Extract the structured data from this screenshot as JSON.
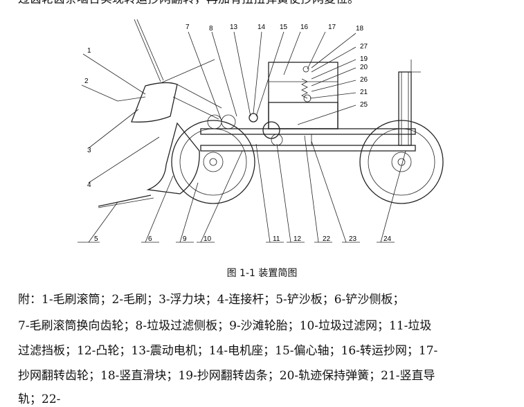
{
  "top_line": "过齿轮齿条啮合实现转运抄网翻转，再加有扭扭弹簧使抄网复位。",
  "figure": {
    "labels": [
      "1",
      "2",
      "3",
      "4",
      "5",
      "6",
      "7",
      "8",
      "9",
      "10",
      "11",
      "12",
      "13",
      "14",
      "15",
      "16",
      "17",
      "18",
      "19",
      "20",
      "21",
      "22",
      "23",
      "24",
      "25",
      "26",
      "27"
    ]
  },
  "caption": "图 1-1  装置简图",
  "legend_lines": [
    "附：1-毛刷滚筒；2-毛刷；3-浮力块；4-连接杆；5-铲沙板；6-铲沙侧板；",
    "7-毛刷滚筒换向齿轮；8-垃圾过滤侧板；9-沙滩轮胎；10-垃圾过滤网；11-垃圾",
    "过滤挡板；12-凸轮；13-震动电机；14-电机座；15-偏心轴；16-转运抄网；17-",
    "抄网翻转齿轮；18-竖直滑块；19-抄网翻转齿条；20-轨迹保持弹簧；21-竖直导",
    "轨；22-"
  ]
}
